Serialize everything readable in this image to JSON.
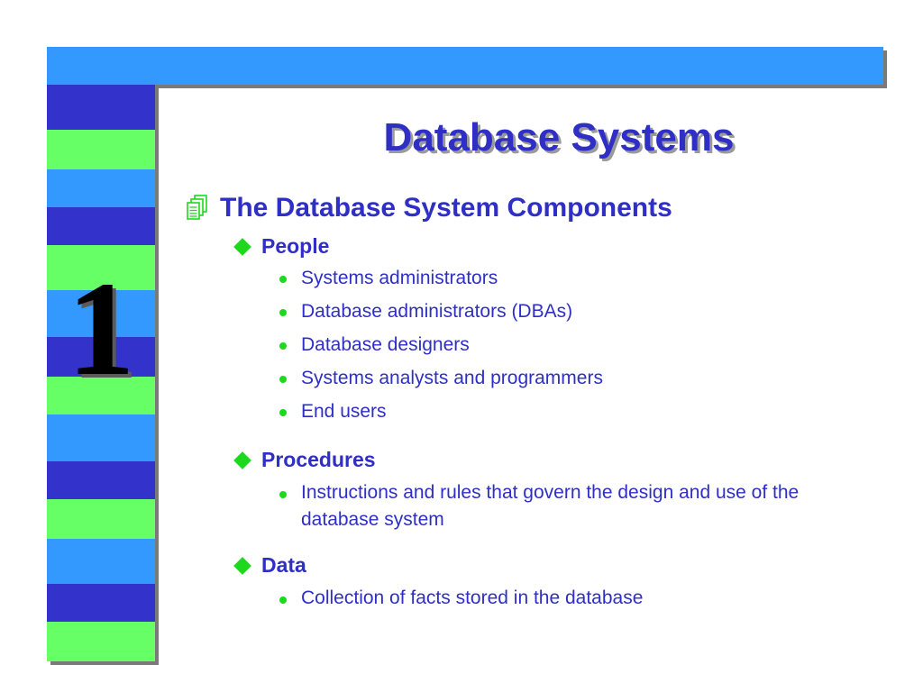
{
  "slide": {
    "title": "Database Systems",
    "number": "1",
    "colors": {
      "accent_blue": "#3399ff",
      "dark_blue": "#3333cc",
      "green": "#66ff66",
      "text_blue": "#2f2fc6",
      "bullet_green": "#1ed81e"
    }
  },
  "content": {
    "heading": "The Database System Components",
    "sections": [
      {
        "label": "People",
        "items": [
          "Systems administrators",
          "Database administrators (DBAs)",
          "Database designers",
          "Systems analysts and programmers",
          "End users"
        ]
      },
      {
        "label": "Procedures",
        "items": [
          "Instructions and rules that govern the design and use of the database system"
        ]
      },
      {
        "label": "Data",
        "items": [
          "Collection of facts stored in the database"
        ]
      }
    ]
  },
  "icons": {
    "level1": "document-stack-icon",
    "level2": "diamond-bullet-icon",
    "level3": "dot-bullet-icon"
  }
}
